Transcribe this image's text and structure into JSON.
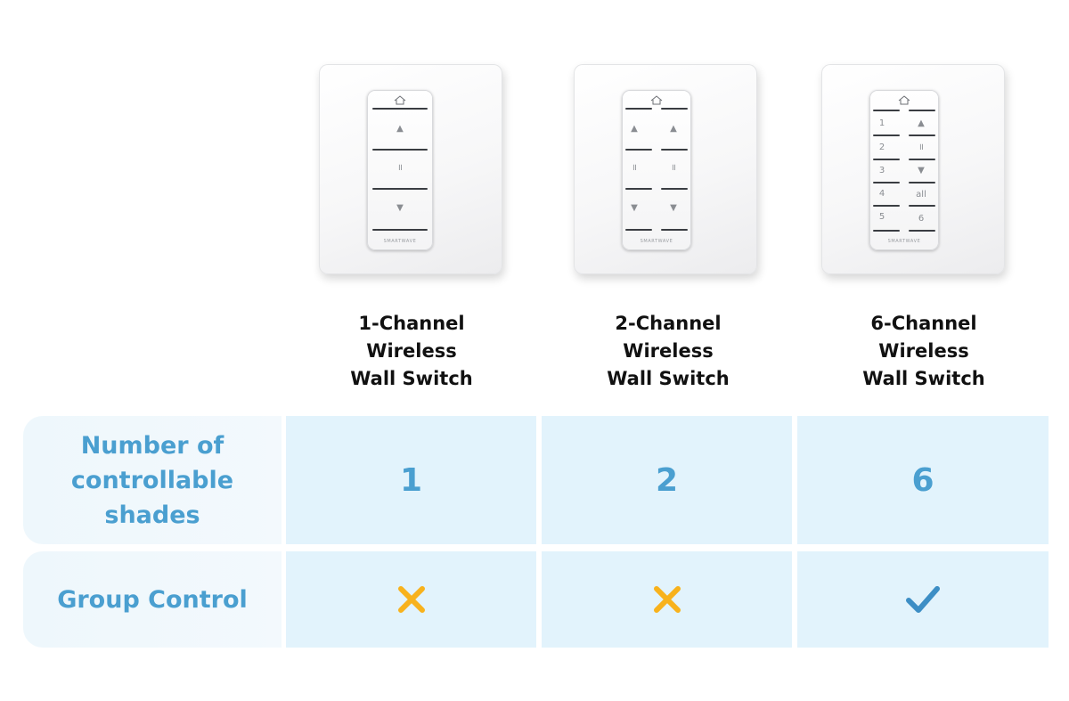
{
  "products": [
    {
      "title": "1-Channel\nWireless\nWall Switch",
      "brand": "SMARTWAVE"
    },
    {
      "title": "2-Channel\nWireless\nWall Switch",
      "brand": "SMARTWAVE"
    },
    {
      "title": "6-Channel\nWireless\nWall Switch",
      "brand": "SMARTWAVE",
      "left_keys": [
        "1",
        "2",
        "3",
        "4",
        "5"
      ],
      "right_keys": [
        "all",
        "6"
      ]
    }
  ],
  "rows": [
    {
      "label": "Number of\ncontrollable\nshades",
      "values": [
        "1",
        "2",
        "6"
      ]
    },
    {
      "label": "Group Control",
      "values": [
        "no",
        "no",
        "yes"
      ]
    }
  ],
  "colors": {
    "accent_blue": "#4a9fd0",
    "cross_orange": "#f8b21c",
    "check_blue": "#3d8ec5",
    "cell_bg": "#e2f3fc",
    "label_bg": "#eef7fc"
  },
  "icons": {
    "no": "cross-icon",
    "yes": "checkmark-icon"
  }
}
